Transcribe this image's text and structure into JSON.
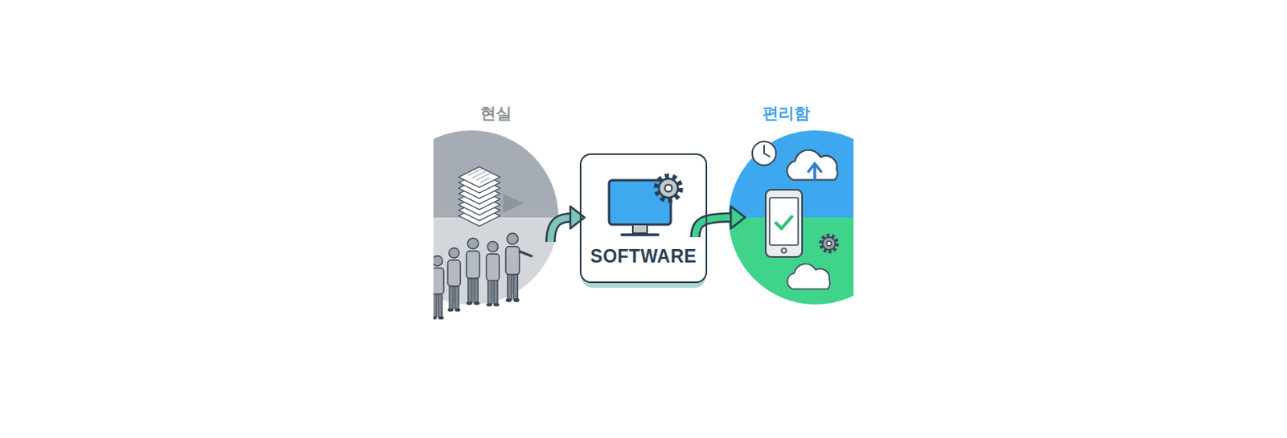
{
  "diagram": {
    "nodes": [
      {
        "text": [
          "현실"
        ]
      },
      {
        "text": [
          "SOFTWARE"
        ]
      },
      {
        "text": [
          "편리함"
        ]
      }
    ],
    "edges": [
      {
        "from": 0,
        "to": 1,
        "arrow": "to"
      },
      {
        "from": 1,
        "to": 2,
        "arrow": "to"
      }
    ]
  }
}
